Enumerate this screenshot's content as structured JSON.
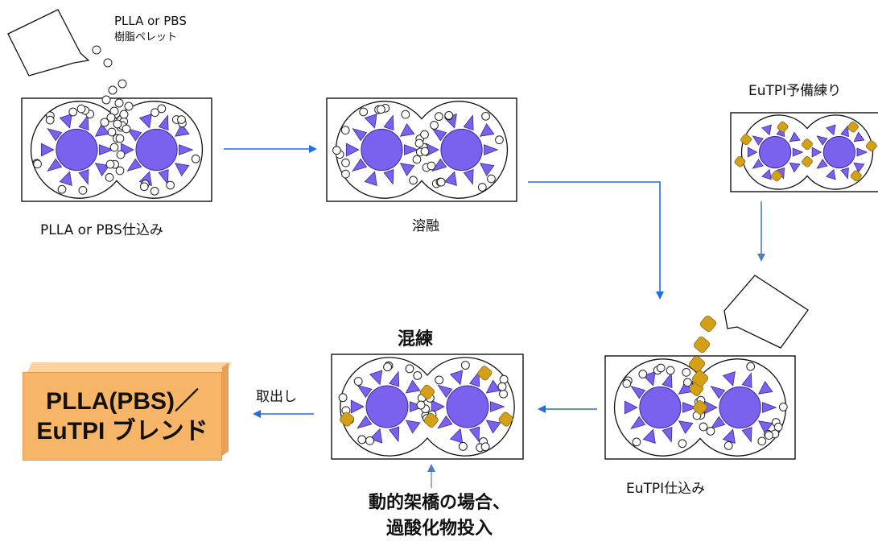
{
  "labels": {
    "resin_pellet_line1": "PLLA or PBS",
    "resin_pellet_line2": "樹脂ペレット",
    "step1_caption": "PLLA or PBS仕込み",
    "step2_caption": "溶融",
    "step3_title": "EuTPI予備練り",
    "step4_caption": "EuTPI仕込み",
    "step5_title": "混練",
    "unload": "取出し",
    "peroxide_line1": "動的架橋の場合、",
    "peroxide_line2": "過酸化物投入",
    "product_line1": "PLLA(PBS)／",
    "product_line2": "EuTPI ブレンド"
  },
  "colors": {
    "rotor_fill": "#7b61ee",
    "pellet_fill": "#ffffff",
    "eutpi_pellet": "#d4a017",
    "arrow": "#1f6fe0",
    "product_fill": "#f7b568"
  }
}
